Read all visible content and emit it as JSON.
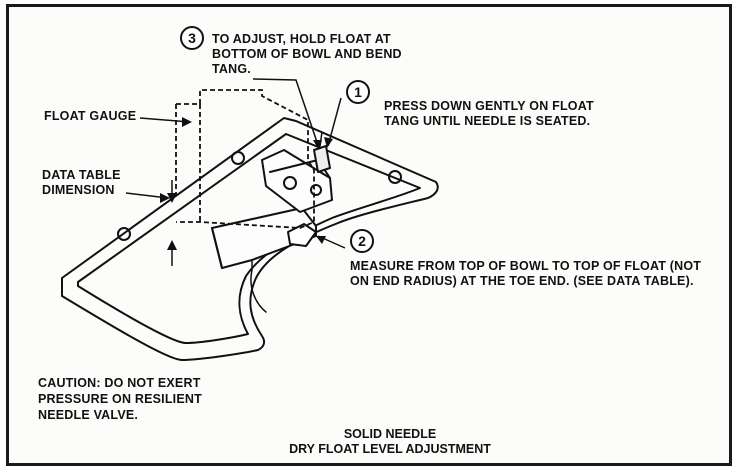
{
  "steps": [
    {
      "num": "3",
      "text": "TO ADJUST, HOLD FLOAT AT\nBOTTOM OF BOWL AND BEND\nTANG."
    },
    {
      "num": "1",
      "text": "PRESS DOWN GENTLY ON FLOAT\nTANG UNTIL NEEDLE IS SEATED."
    },
    {
      "num": "2",
      "text": "MEASURE FROM TOP OF BOWL TO TOP OF FLOAT (NOT\nON END RADIUS) AT THE TOE END. (SEE DATA TABLE)."
    }
  ],
  "labels": {
    "float_gauge": "FLOAT GAUGE",
    "data_table_dimension": "DATA TABLE\nDIMENSION"
  },
  "caution": "CAUTION: DO NOT EXERT\nPRESSURE ON RESILIENT\nNEEDLE VALVE.",
  "caption": {
    "line1": "SOLID NEEDLE",
    "line2": "DRY FLOAT LEVEL ADJUSTMENT"
  }
}
